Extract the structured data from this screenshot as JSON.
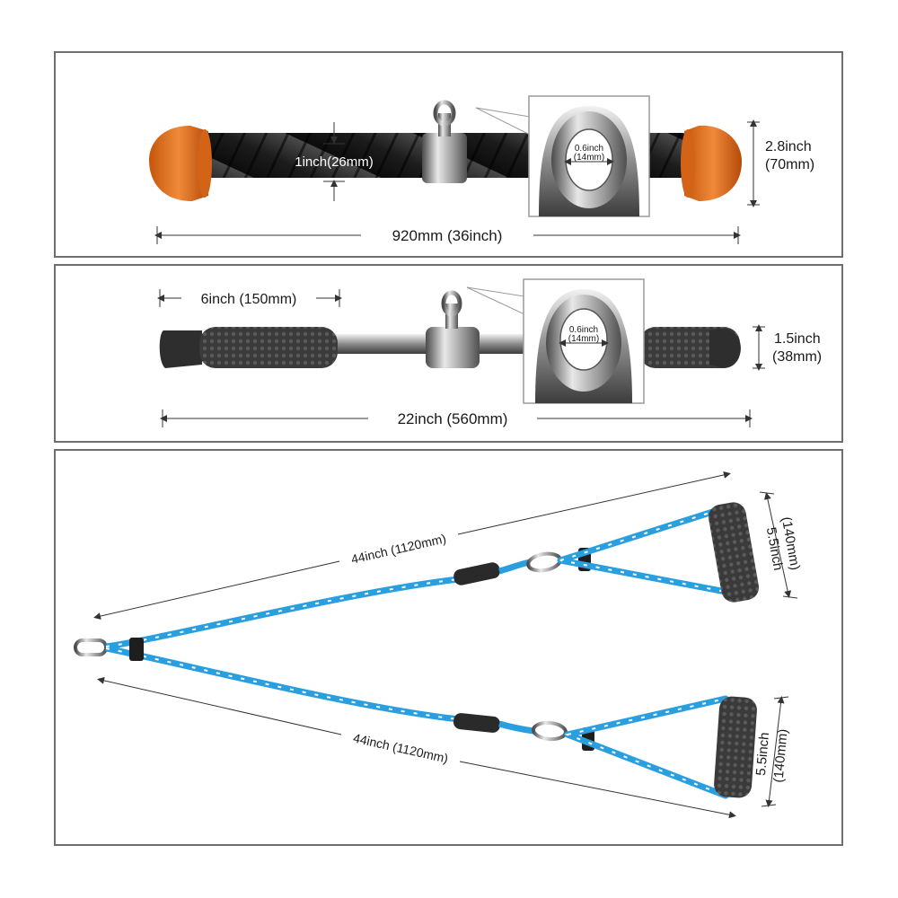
{
  "products": [
    {
      "id": "tricep-rope-bar",
      "labels": {
        "diameter": "1inch(26mm)",
        "length": "920mm (36inch)",
        "end_height_line1": "2.8inch",
        "end_height_line2": "(70mm)",
        "ring_inner_line1": "0.6inch",
        "ring_inner_line2": "(14mm)"
      },
      "colors": {
        "end_caps": "#e8731e",
        "rope": "#2b2b2b"
      }
    },
    {
      "id": "straight-bar",
      "labels": {
        "grip_length": "6inch (150mm)",
        "length": "22inch (560mm)",
        "grip_height_line1": "1.5inch",
        "grip_height_line2": "(38mm)",
        "ring_inner_line1": "0.6inch",
        "ring_inner_line2": "(14mm)"
      },
      "colors": {
        "grip": "#3a3a3a",
        "bar": "#8a8a8a"
      }
    },
    {
      "id": "y-rope-handles",
      "labels": {
        "top_length": "44inch (1120mm)",
        "bottom_length": "44inch (1120mm)",
        "top_handle_line1": "5.5inch",
        "top_handle_line2": "(140mm)",
        "bottom_handle_line1": "5.5inch",
        "bottom_handle_line2": "(140mm)"
      },
      "colors": {
        "rope": "#2a9fe0",
        "handles": "#2d2d2d"
      }
    }
  ]
}
